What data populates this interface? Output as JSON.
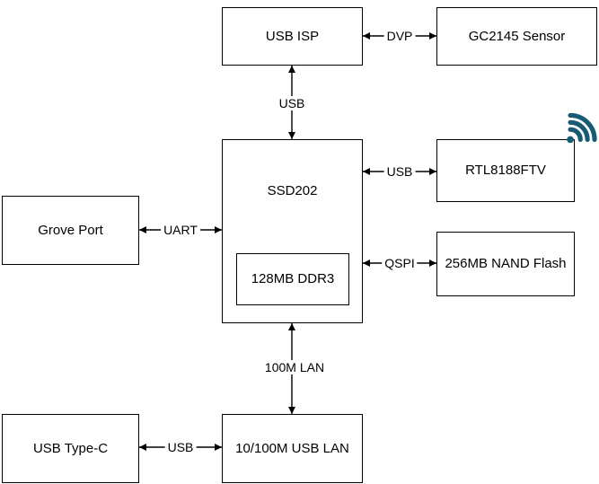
{
  "diagram": {
    "nodes": {
      "usb_isp": {
        "label": "USB ISP"
      },
      "gc2145": {
        "label": "GC2145 Sensor"
      },
      "ssd202": {
        "label": "SSD202"
      },
      "ddr3": {
        "label": "128MB DDR3"
      },
      "rtl8188": {
        "label": "RTL8188FTV"
      },
      "nand": {
        "label": "256MB NAND Flash"
      },
      "grove": {
        "label": "Grove Port"
      },
      "usb_lan": {
        "label": "10/100M USB LAN"
      },
      "usb_typec": {
        "label": "USB Type-C"
      }
    },
    "edges": {
      "dvp": {
        "label": "DVP"
      },
      "usb_isp_ssd": {
        "label": "USB"
      },
      "usb_wifi": {
        "label": "USB"
      },
      "qspi": {
        "label": "QSPI"
      },
      "uart": {
        "label": "UART"
      },
      "lan": {
        "label": "100M LAN"
      },
      "usb_typec_lan": {
        "label": "USB"
      }
    },
    "icons": {
      "wifi": "wifi-icon"
    },
    "colors": {
      "wifi_icon": "#175b75",
      "line": "#000000",
      "box_border": "#000000",
      "background": "#ffffff"
    }
  }
}
